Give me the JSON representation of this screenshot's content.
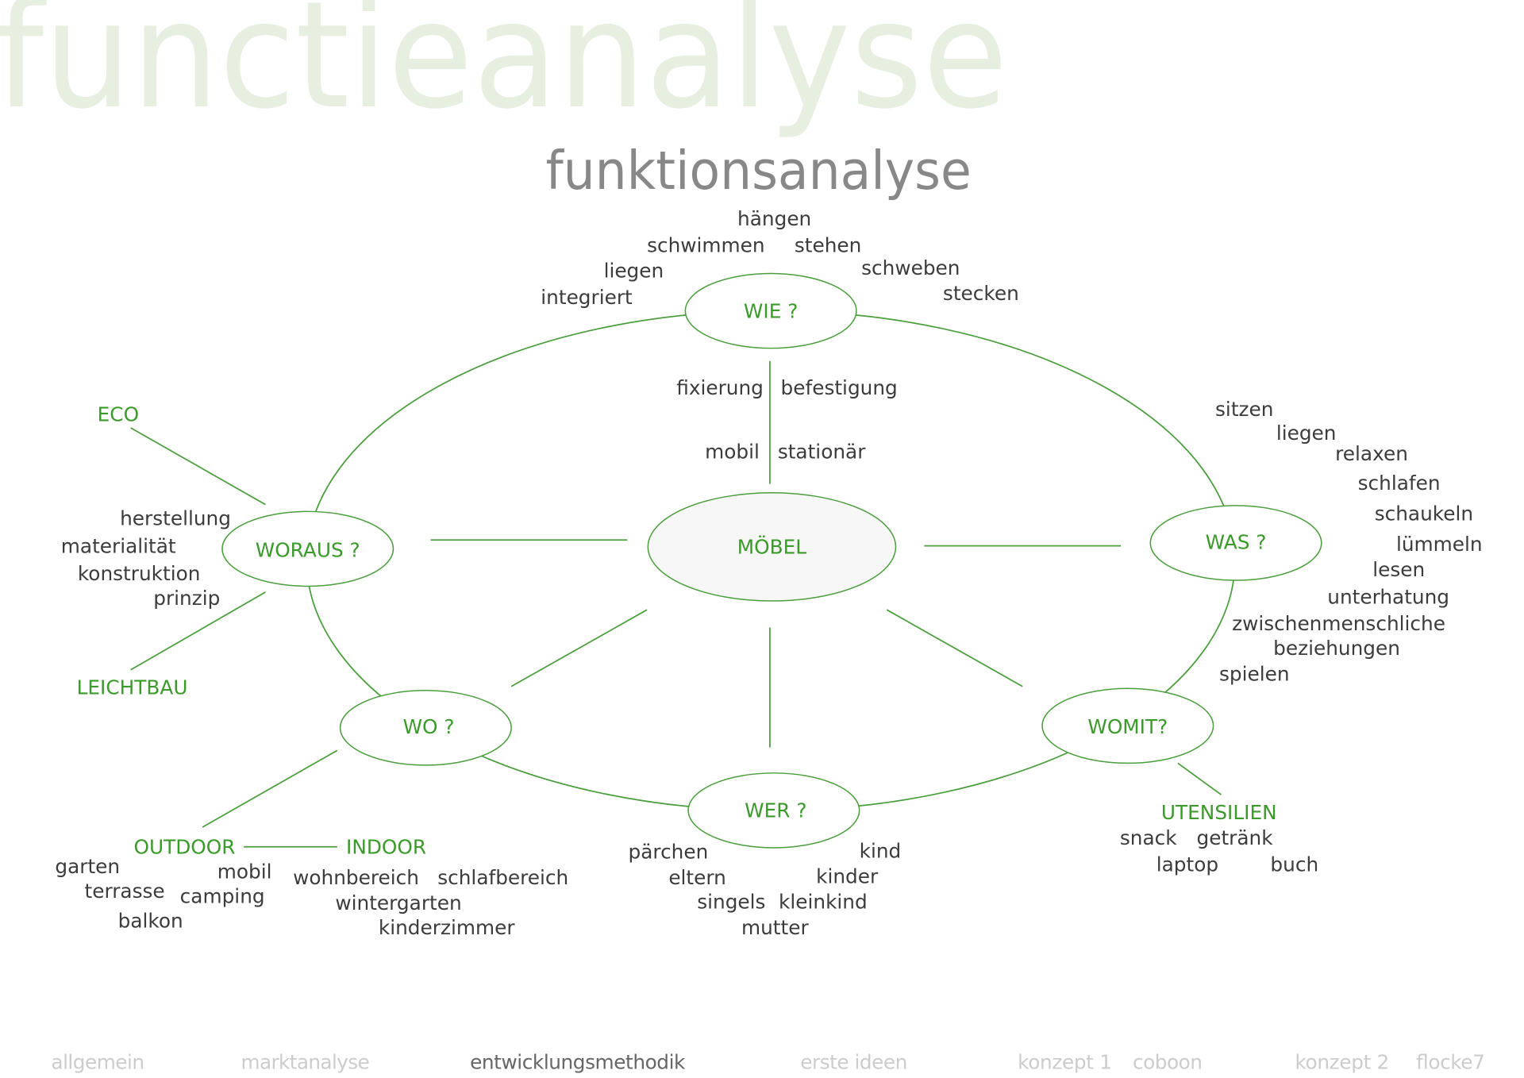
{
  "header": {
    "title_bg": "functieanalyse",
    "title": "funktionsanalyse"
  },
  "colors": {
    "accent": "#3a9a2a",
    "text": "#3c3c3c",
    "title_bg": "#e6efe0",
    "title": "#888888",
    "nav_inactive": "#cccccc",
    "nav_active": "#666666"
  },
  "center": {
    "label": "MÖBEL"
  },
  "wie": {
    "label": "WIE ?",
    "words": [
      "hängen",
      "schwimmen",
      "stehen",
      "liegen",
      "schweben",
      "integriert",
      "stecken"
    ],
    "axis": {
      "fixierung": "fixierung",
      "befestigung": "befestigung",
      "mobil": "mobil",
      "stationaer": "stationär"
    }
  },
  "woraus": {
    "label": "WORAUS ?",
    "words": [
      "herstellung",
      "materialität",
      "konstruktion",
      "prinzip"
    ],
    "eco": "ECO",
    "leichtbau": "LEICHTBAU"
  },
  "was": {
    "label": "WAS ?",
    "words": [
      "sitzen",
      "liegen",
      "relaxen",
      "schlafen",
      "schaukeln",
      "lümmeln",
      "lesen",
      "unterhatung",
      "zwischenmenschliche",
      "beziehungen",
      "spielen"
    ]
  },
  "wo": {
    "label": "WO ?",
    "outdoor": "OUTDOOR",
    "indoor": "INDOOR",
    "outdoor_words": [
      "garten",
      "mobil",
      "terrasse",
      "camping",
      "balkon"
    ],
    "indoor_words": [
      "wohnbereich",
      "schlafbereich",
      "wintergarten",
      "kinderzimmer"
    ]
  },
  "wer": {
    "label": "WER ?",
    "words": [
      "pärchen",
      "kind",
      "eltern",
      "kinder",
      "singels",
      "kleinkind",
      "mutter"
    ]
  },
  "womit": {
    "label": "WOMIT?",
    "utensilien": "UTENSILIEN",
    "words": [
      "snack",
      "getränk",
      "laptop",
      "buch"
    ]
  },
  "nav": {
    "items": [
      "allgemein",
      "marktanalyse",
      "entwicklungsmethodik",
      "erste ideen",
      "konzept 1",
      "coboon",
      "konzept 2",
      "flocke7"
    ],
    "active": "entwicklungsmethodik"
  }
}
